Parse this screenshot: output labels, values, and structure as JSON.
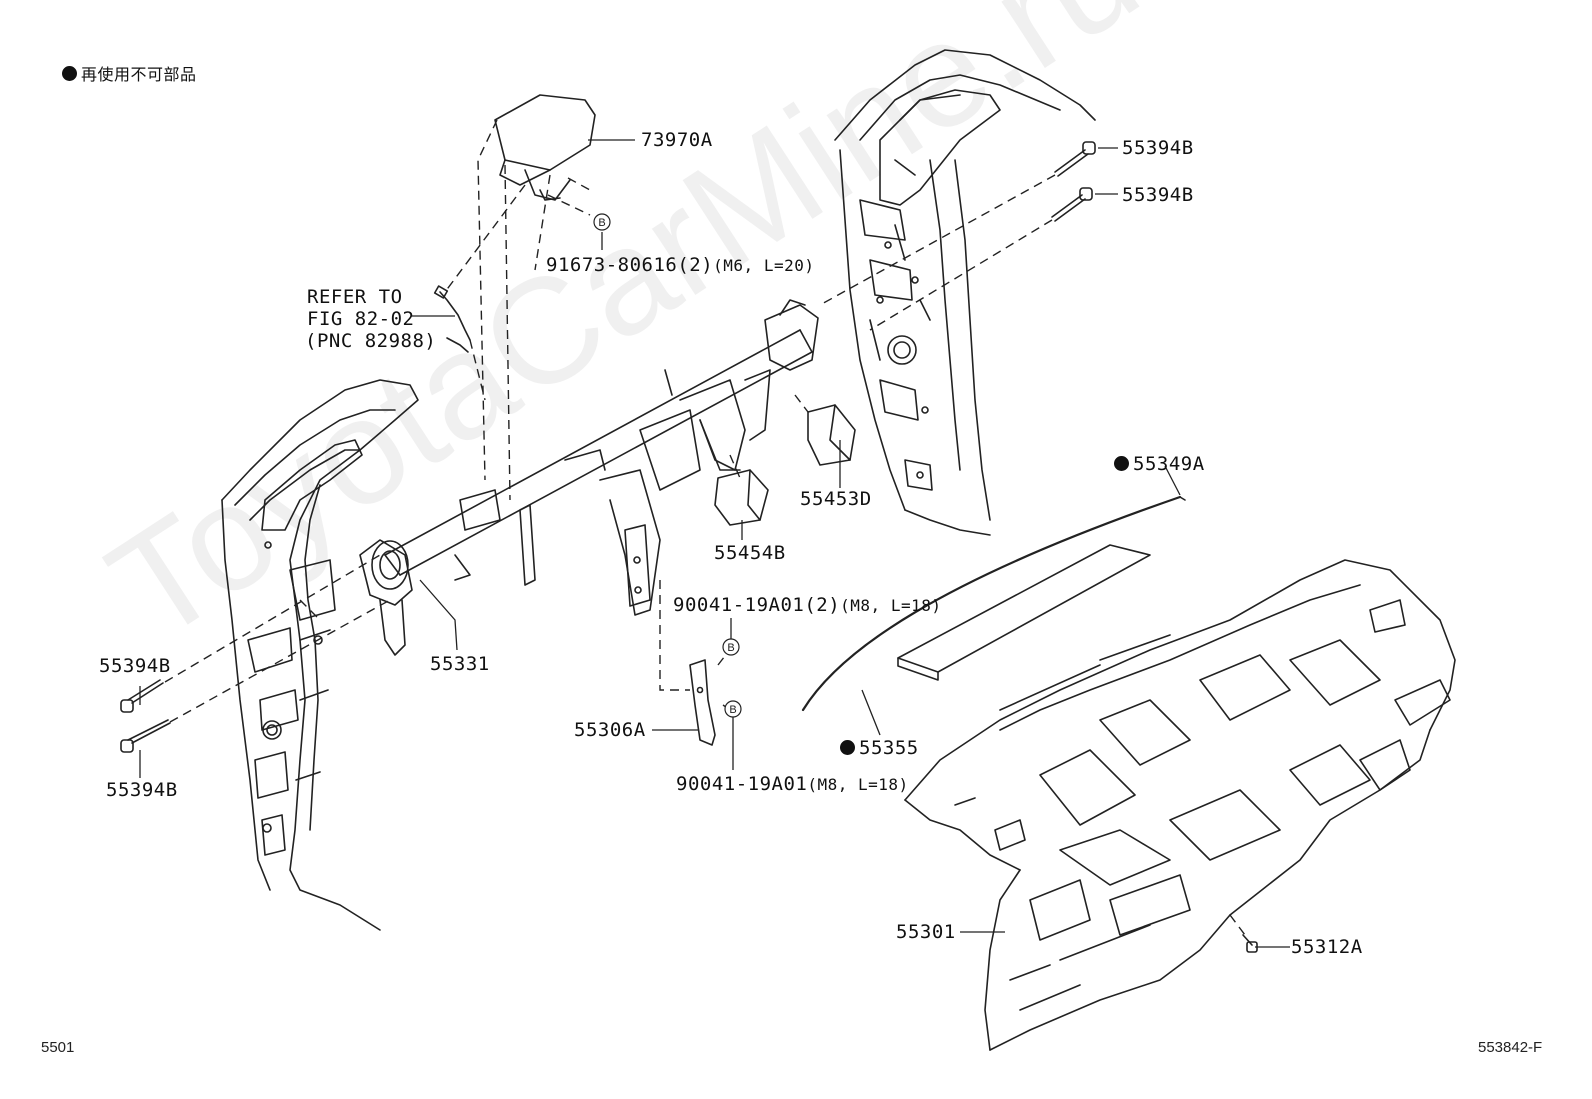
{
  "legend": {
    "text": "再使用不可部品",
    "icon": "filled-circle"
  },
  "labels": {
    "p73970a": "73970A",
    "p91673": "91673-80616(2)",
    "p91673_spec": "(M6, L=20)",
    "refer1": "REFER TO",
    "refer2": "FIG 82-02",
    "refer3": "(PNC 82988)",
    "p55394b_tr1": "55394B",
    "p55394b_tr2": "55394B",
    "p55349a": "55349A",
    "p55453d": "55453D",
    "p55454b": "55454B",
    "p55331": "55331",
    "p90041a": "90041-19A01(2)",
    "p90041a_spec": "(M8, L=18)",
    "p55306a": "55306A",
    "p90041b": "90041-19A01",
    "p90041b_spec": "(M8, L=18)",
    "p55394b_l1": "55394B",
    "p55394b_l2": "55394B",
    "p55355": "55355",
    "p55301": "55301",
    "p55312a": "55312A",
    "callout_b": "B"
  },
  "footer": {
    "left": "5501",
    "right": "553842-F"
  },
  "watermark": "ToyotaCarMine.ru"
}
